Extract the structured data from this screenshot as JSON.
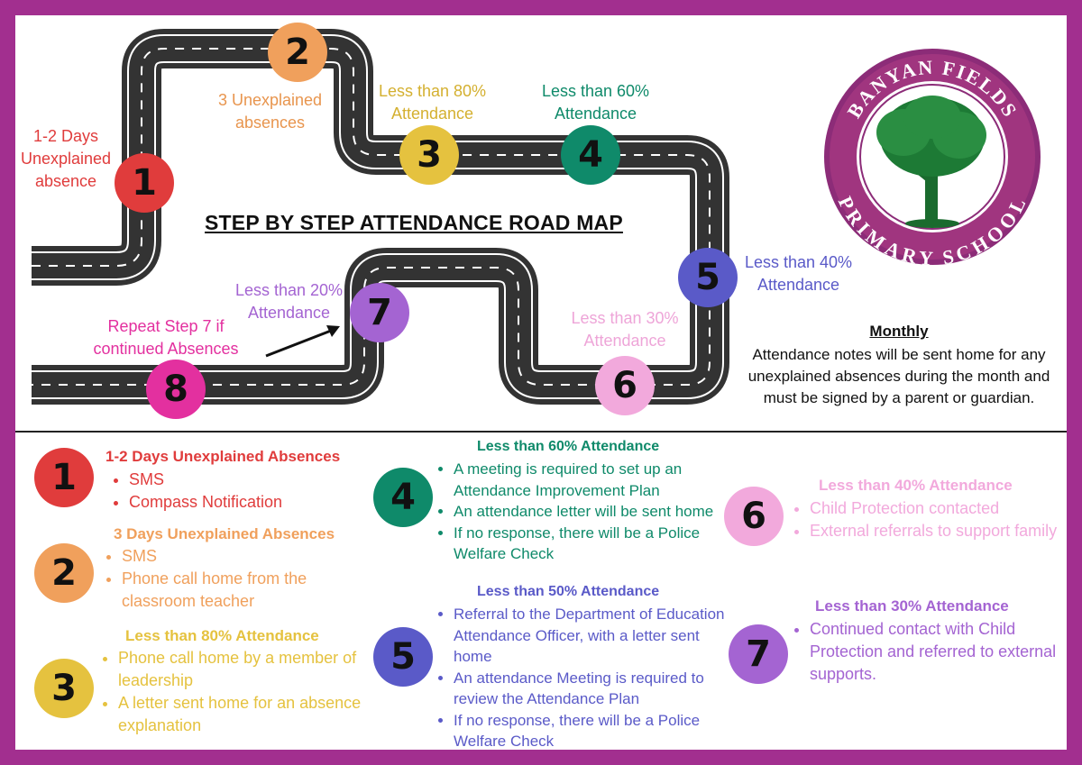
{
  "title": "STEP BY STEP ATTENDANCE ROAD MAP",
  "logo": {
    "top_text": "BANYAN FIELDS",
    "bottom_text": "PRIMARY SCHOOL"
  },
  "colors": {
    "border": "#a22f8f",
    "road": "#333333",
    "s1": "#e03c3c",
    "s2": "#f0a05c",
    "s3": "#e5c23f",
    "s4": "#0f8a6a",
    "s5": "#5a5ac8",
    "s6": "#f2a9dc",
    "s7": "#a464d2",
    "s8": "#e3309f"
  },
  "steps": [
    {
      "num": "1",
      "road_label": "1-2 Days Unexplained absence"
    },
    {
      "num": "2",
      "road_label": "3 Unexplained absences"
    },
    {
      "num": "3",
      "road_label": "Less than 80% Attendance"
    },
    {
      "num": "4",
      "road_label": "Less than 60% Attendance"
    },
    {
      "num": "5",
      "road_label": "Less than 40% Attendance"
    },
    {
      "num": "6",
      "road_label": "Less than 30% Attendance"
    },
    {
      "num": "7",
      "road_label": "Less than 20% Attendance"
    },
    {
      "num": "8",
      "road_label": "Repeat Step 7 if continued Absences"
    }
  ],
  "road_labels": {
    "s1": [
      "1-2 Days",
      "Unexplained",
      "absence"
    ],
    "s2": [
      "3 Unexplained",
      "absences"
    ],
    "s3": [
      "Less than 80%",
      "Attendance"
    ],
    "s4": [
      "Less than 60%",
      "Attendance"
    ],
    "s5": [
      "Less than 40%",
      "Attendance"
    ],
    "s6": [
      "Less than 30%",
      "Attendance"
    ],
    "s7": [
      "Less than 20%",
      "Attendance"
    ],
    "s8": [
      "Repeat Step 7 if",
      "continued Absences"
    ]
  },
  "monthly": {
    "heading": "Monthly",
    "body": "Attendance notes will be sent home for any unexplained absences during the month and must be signed by a parent or guardian."
  },
  "details": {
    "s1": {
      "heading": "1-2 Days Unexplained Absences",
      "items": [
        "SMS",
        "Compass Notification"
      ]
    },
    "s2": {
      "heading": "3 Days Unexplained Absences",
      "items": [
        "SMS",
        "Phone call home from the classroom teacher"
      ]
    },
    "s3": {
      "heading": "Less than 80% Attendance",
      "items": [
        "Phone call home by a member of leadership",
        "A letter sent home for an absence explanation"
      ]
    },
    "s4": {
      "heading": "Less than 60% Attendance",
      "items": [
        "A meeting is required to set up an Attendance Improvement Plan",
        "An attendance letter will be sent home",
        "If no response, there will be a Police Welfare Check"
      ]
    },
    "s5": {
      "heading": "Less than 50% Attendance",
      "items": [
        "Referral to the Department of Education Attendance Officer, with a letter sent home",
        "An attendance Meeting is required to review the Attendance Plan",
        "If no response, there will be a Police Welfare Check"
      ]
    },
    "s6": {
      "heading": "Less than 40% Attendance",
      "items": [
        "Child Protection contacted",
        "External referrals to support family"
      ]
    },
    "s7": {
      "heading": "Less than 30% Attendance",
      "items": [
        "Continued contact with Child Protection and referred to external supports."
      ]
    }
  }
}
